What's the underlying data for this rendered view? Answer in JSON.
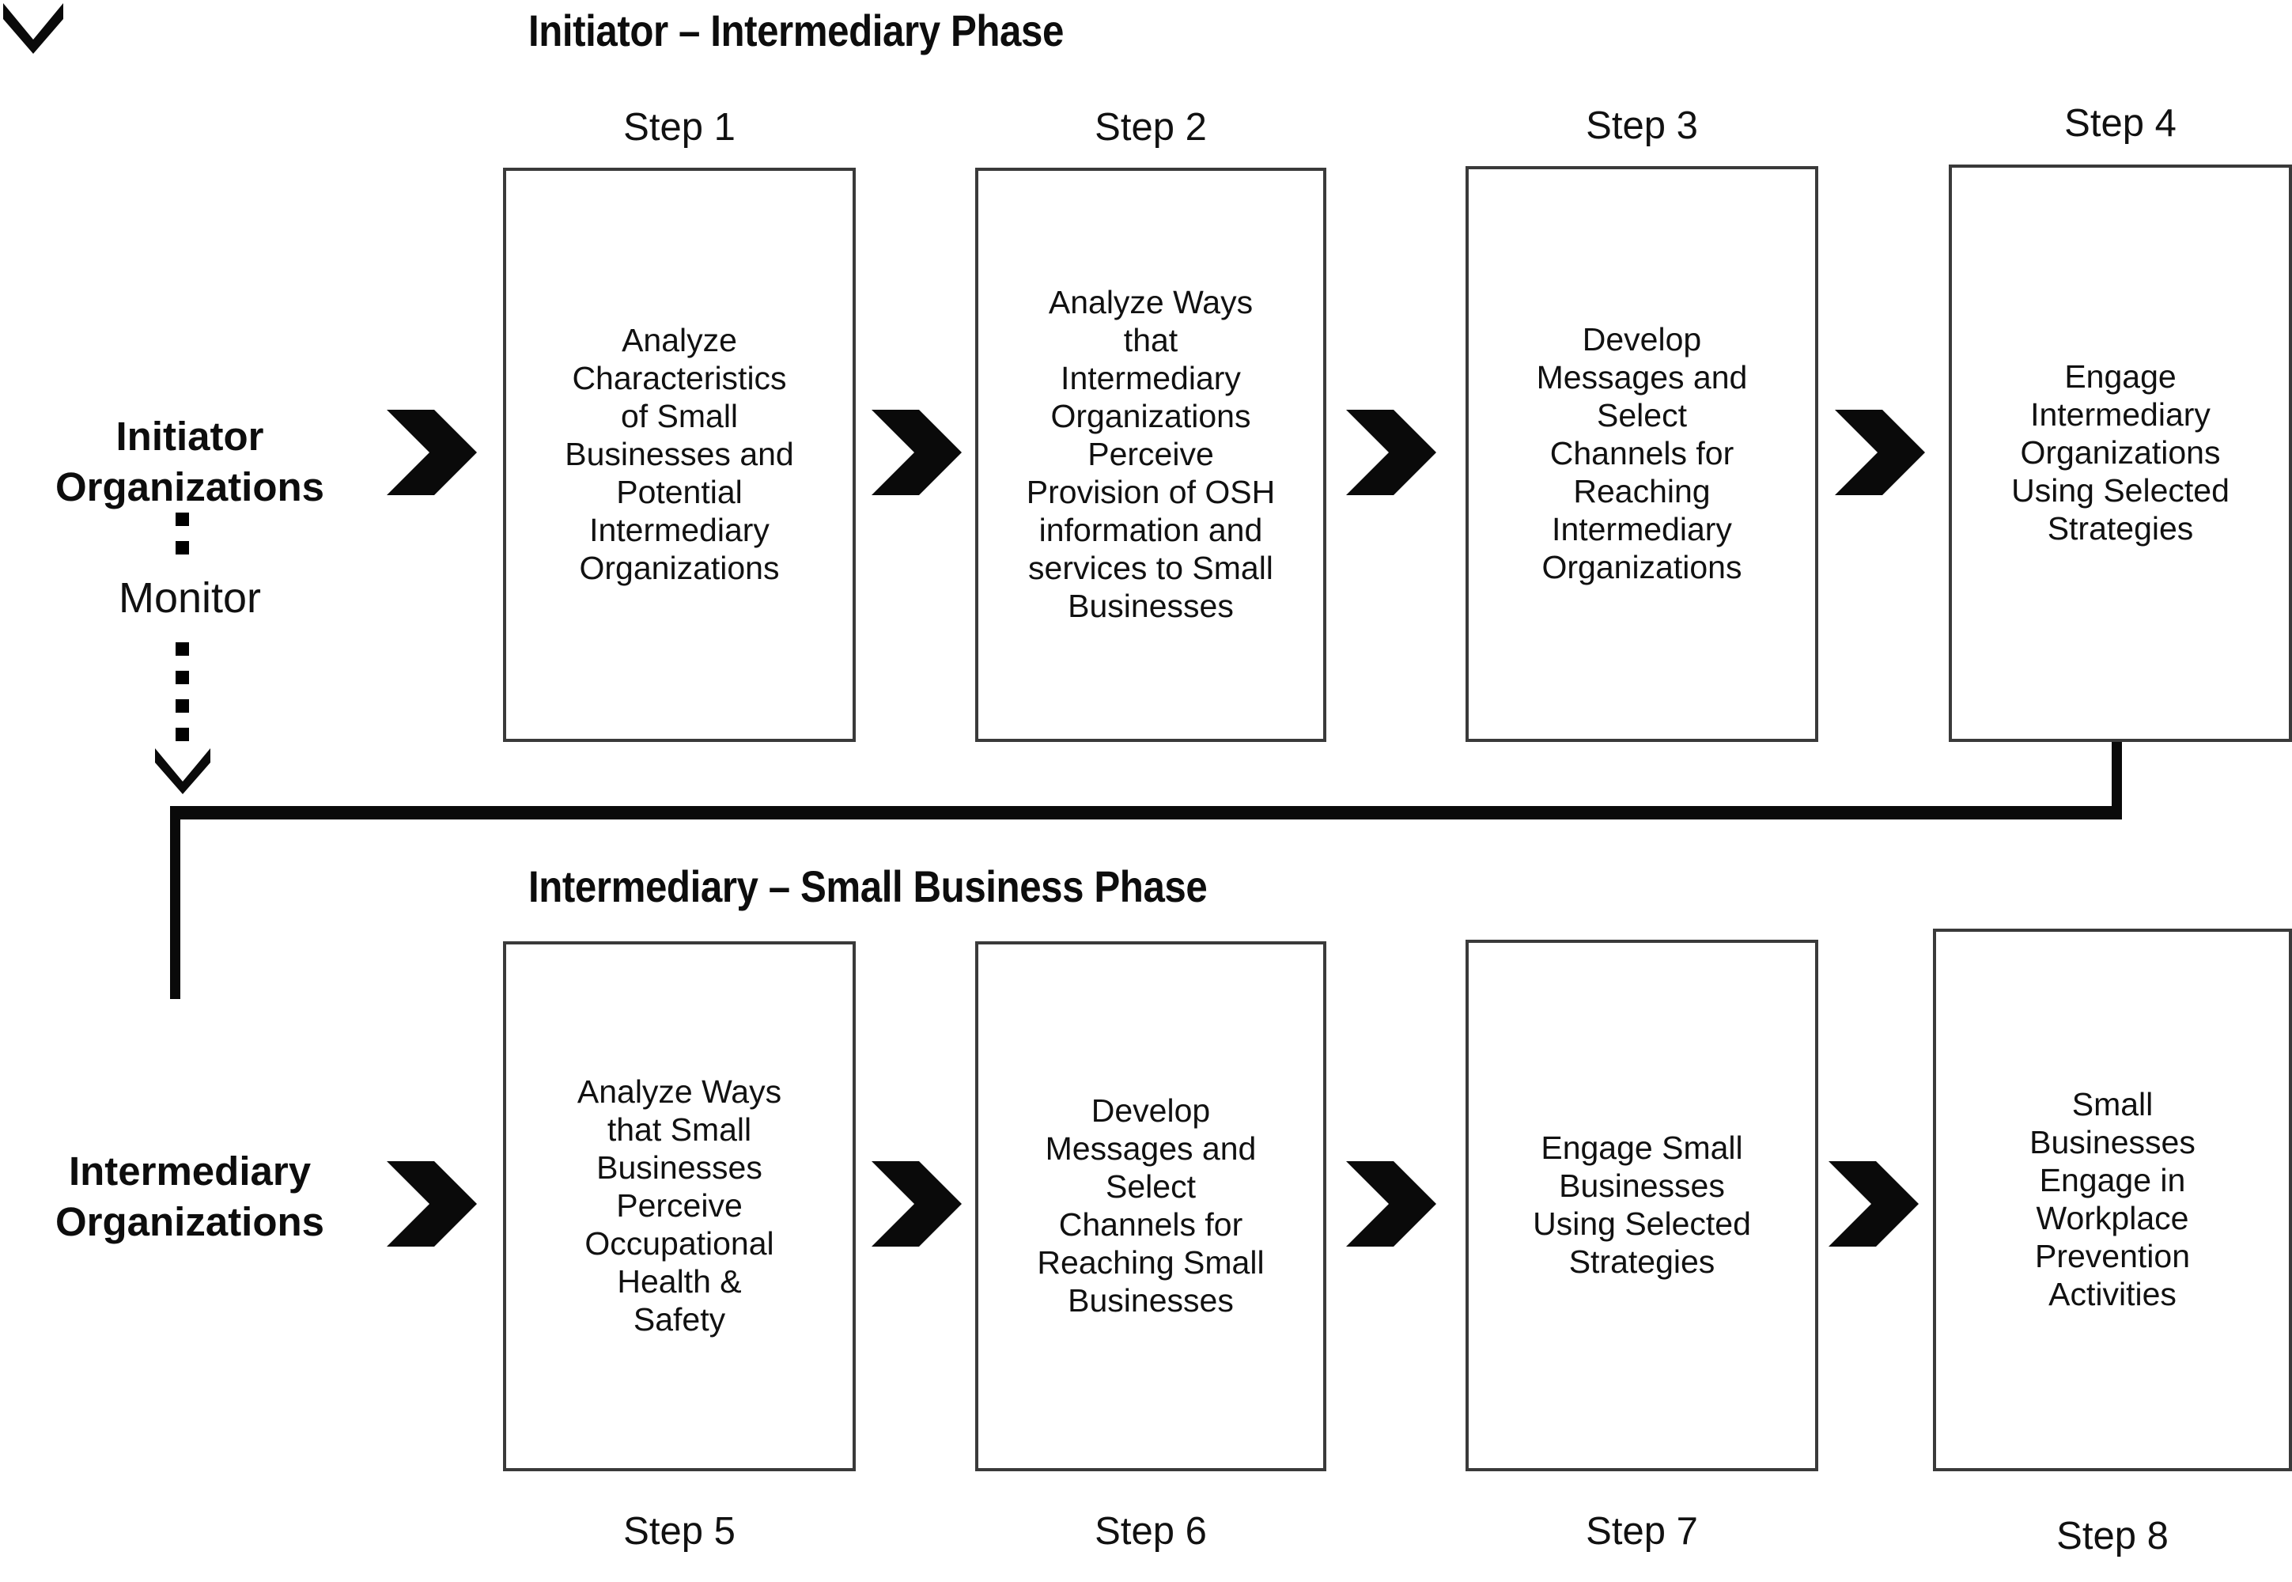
{
  "phases": [
    {
      "id": "phase-1",
      "title": "Initiator – Intermediary Phase"
    },
    {
      "id": "phase-2",
      "title": "Intermediary – Small Business Phase"
    }
  ],
  "actors": {
    "initiator": "Initiator\nOrganizations",
    "intermediary": "Intermediary\nOrganizations",
    "monitor": "Monitor"
  },
  "steps": [
    {
      "label": "Step 1",
      "text": "Analyze\nCharacteristics\nof Small\nBusinesses and\nPotential\nIntermediary\nOrganizations"
    },
    {
      "label": "Step 2",
      "text": "Analyze Ways\nthat\nIntermediary\nOrganizations\nPerceive\nProvision of OSH\ninformation and\nservices to Small\nBusinesses"
    },
    {
      "label": "Step 3",
      "text": "Develop\nMessages and\nSelect\nChannels for\nReaching\nIntermediary\nOrganizations"
    },
    {
      "label": "Step 4",
      "text": "Engage\nIntermediary\nOrganizations\nUsing Selected\nStrategies"
    },
    {
      "label": "Step 5",
      "text": "Analyze Ways\nthat Small\nBusinesses\nPerceive\nOccupational\nHealth &\nSafety"
    },
    {
      "label": "Step 6",
      "text": "Develop\nMessages and\nSelect\nChannels for\nReaching Small\nBusinesses"
    },
    {
      "label": "Step 7",
      "text": "Engage Small\nBusinesses\nUsing Selected\nStrategies"
    },
    {
      "label": "Step 8",
      "text": "Small\nBusinesses\nEngage in\nWorkplace\nPrevention\nActivities"
    }
  ],
  "colors": {
    "box_border": "#3a3a3a",
    "text": "#111111",
    "arrow_fill": "#0a0a0a",
    "background": "#ffffff"
  }
}
